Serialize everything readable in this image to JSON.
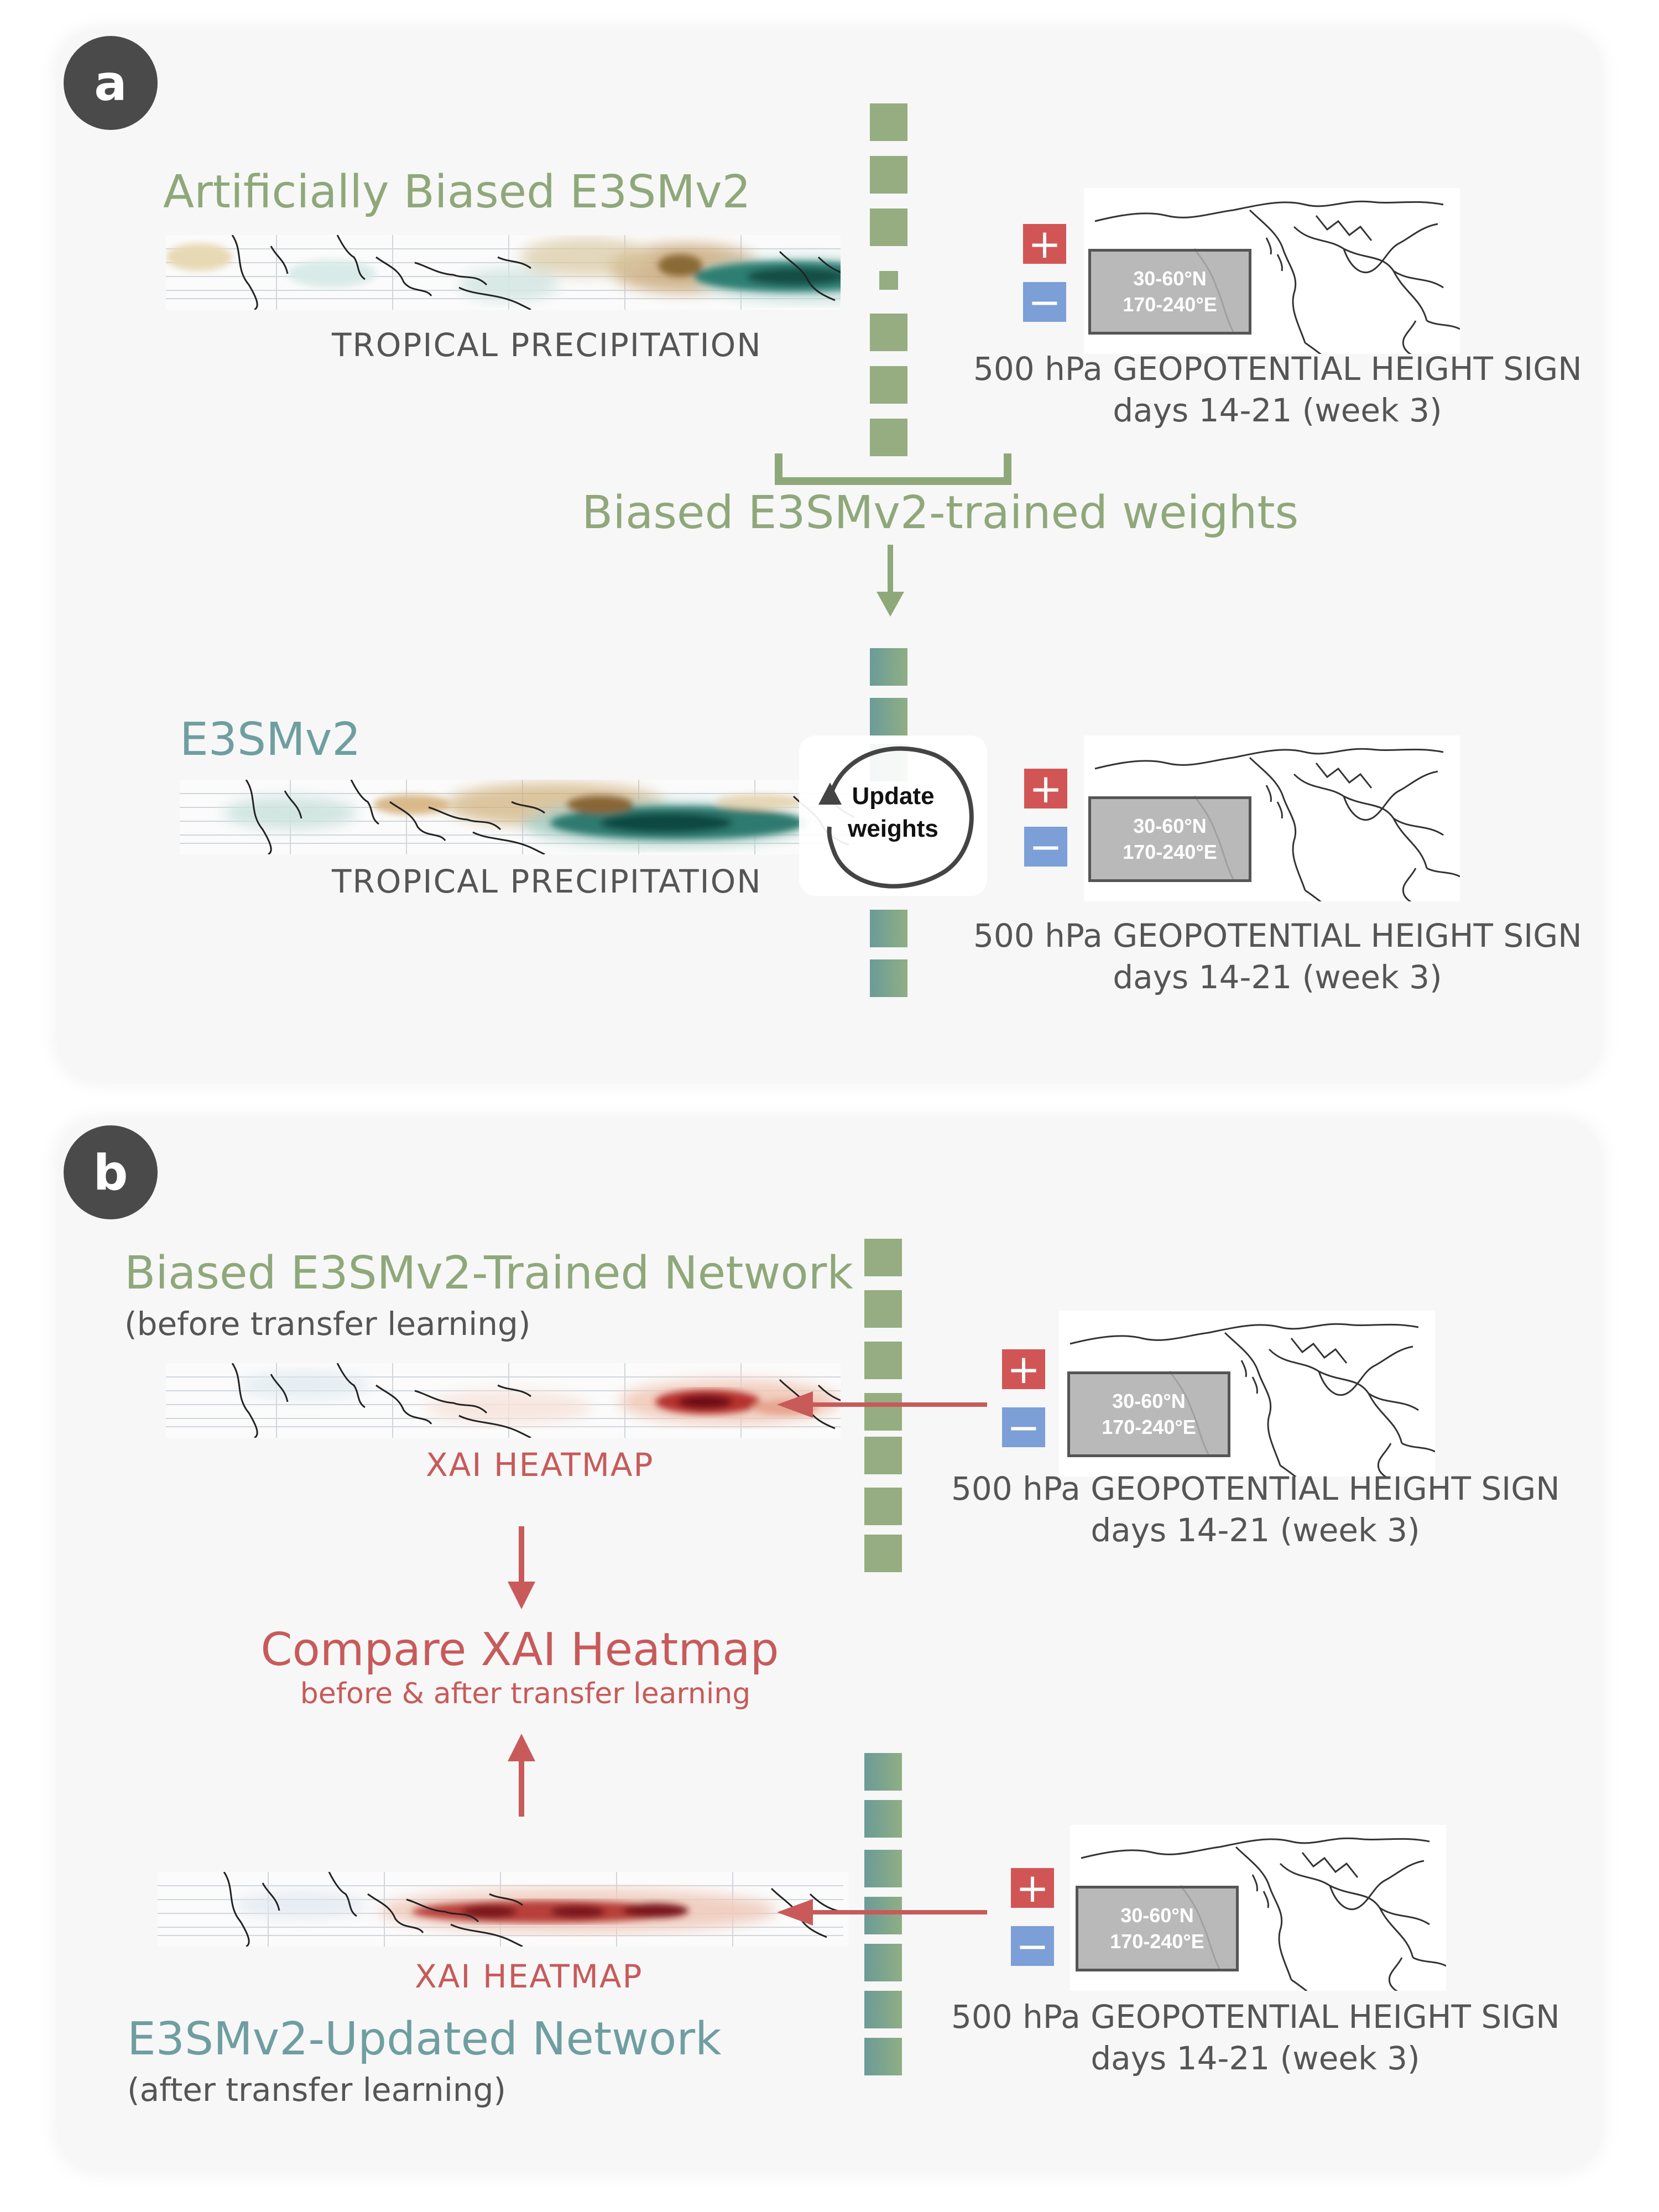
{
  "panel_a": {
    "letter": "a",
    "top_title": "Artificially  Biased  E3SMv2",
    "top_caption": "TROPICAL  PRECIPITATION",
    "weights_label": "Biased  E3SMv2-trained weights",
    "bottom_title": "E3SMv2",
    "bottom_caption": "TROPICAL  PRECIPITATION",
    "update_line1": "Update",
    "update_line2": "weights"
  },
  "panel_b": {
    "letter": "b",
    "top_title": "Biased  E3SMv2-Trained  Network",
    "top_subtitle": "(before transfer learning)",
    "top_caption": "XAI  HEATMAP",
    "compare_title": "Compare XAI  Heatmap",
    "compare_subtitle": "before & after transfer learning",
    "bottom_caption": "XAI  HEATMAP",
    "bottom_title": "E3SMv2-Updated  Network",
    "bottom_subtitle": "(after transfer learning)"
  },
  "target": {
    "plus": "+",
    "minus": "−",
    "region_lat": "30-60°N",
    "region_lon": "170-240°E",
    "line1": "500 hPa GEOPOTENTIAL  HEIGHT SIGN",
    "line2": "days 14-21 (week 3)"
  },
  "colors": {
    "green": "#8fa87a",
    "teal": "#6f9ea0",
    "red": "#c85a5a",
    "plus_box": "#d25555",
    "minus_box": "#7b9fd6",
    "panel_letter_bg": "#4a4a4a"
  }
}
